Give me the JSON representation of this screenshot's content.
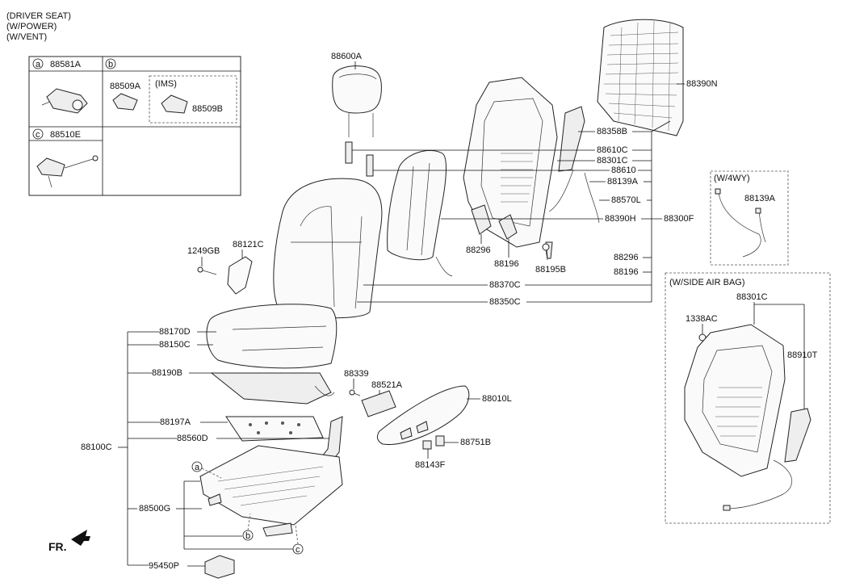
{
  "header_notes": [
    "(DRIVER SEAT)",
    "(W/POWER)",
    "(W/VENT)"
  ],
  "inset_table": {
    "cell_a": {
      "letter": "a",
      "part": "88581A"
    },
    "cell_b": {
      "letter": "b",
      "part": "88509A",
      "ims_label": "(IMS)",
      "ims_part": "88509B"
    },
    "cell_c": {
      "letter": "c",
      "part": "88510E"
    }
  },
  "callouts": {
    "headrest": "88600A",
    "back_panel": "88390N",
    "guide_bracket": "88358B",
    "guide_a": "88610C",
    "frame_a": "88301C",
    "guide_b": "88610",
    "harness_a": "88139A",
    "harness_b": "88570L",
    "pad_back": "88390H",
    "back_assembly": "88300F",
    "recliner_a": "88296",
    "recliner_b": "88196",
    "bolt_a": "88195B",
    "recliner_c": "88296",
    "recliner_d": "88196",
    "back_pad": "88370C",
    "back_cover": "88350C",
    "screw_a": "1249GB",
    "cover_side": "88121C",
    "cushion_pad": "88170D",
    "cushion_cover": "88150C",
    "heater_mat": "88190B",
    "screw_b": "88339",
    "switch_a": "88521A",
    "side_shield": "88010L",
    "vent_mat": "88197A",
    "duct": "88560D",
    "cushion_assembly": "88100C",
    "knob_a": "88751B",
    "knob_b": "88143F",
    "track": "88500G",
    "module": "95450P",
    "front_mark": "FR."
  },
  "letter_markers": {
    "a": "a",
    "b": "b",
    "c": "c"
  },
  "side_airbag_box": {
    "title": "(W/SIDE AIR BAG)",
    "frame": "88301C",
    "screw": "1338AC",
    "airbag": "88910T"
  },
  "four_way_box": {
    "title": "(W/4WY)",
    "harness": "88139A"
  }
}
